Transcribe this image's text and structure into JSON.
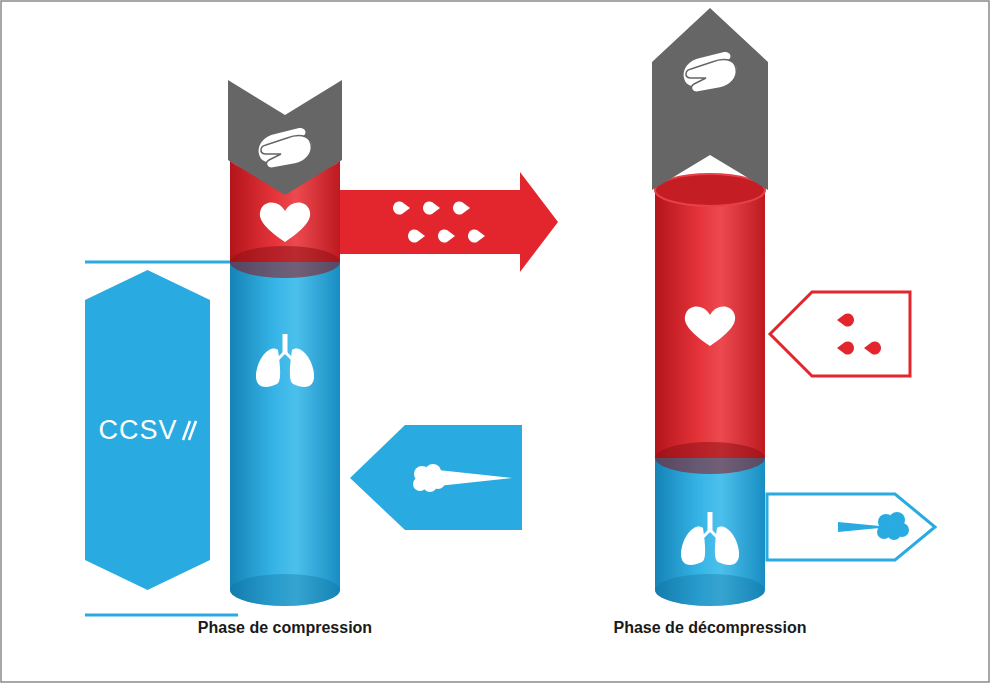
{
  "diagram": {
    "nodes": [
      {
        "text": [
          "CCSV"
        ]
      }
    ],
    "labels": [
      "Phase de compression",
      "Phase de décompression"
    ]
  }
}
